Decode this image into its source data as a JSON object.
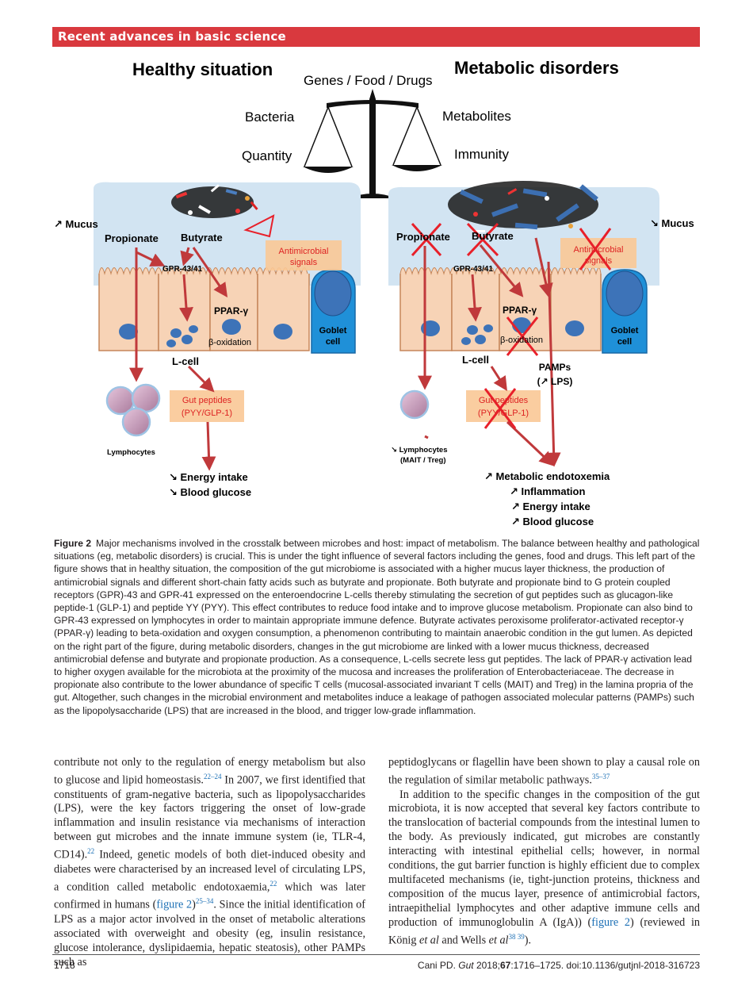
{
  "header": {
    "section": "Recent advances in basic science"
  },
  "figure": {
    "title_left": "Healthy situation",
    "title_right": "Metabolic disorders",
    "scale_top": "Genes / Food / Drugs",
    "scale_left": [
      "Bacteria",
      "Quantity"
    ],
    "scale_right": [
      "Metabolites",
      "Immunity"
    ],
    "left": {
      "mucus": "↗ Mucus",
      "propionate": "Propionate",
      "butyrate": "Butyrate",
      "antimicrobial": [
        "Antimicrobial",
        "signals"
      ],
      "receptor": "GPR-43/41",
      "ppar": "PPAR-γ",
      "boxidation": "β-oxidation",
      "goblet": [
        "Goblet",
        "cell"
      ],
      "lcell": "L-cell",
      "peptides": [
        "Gut peptides",
        "(PYY/GLP-1)"
      ],
      "lymphocytes": "Lymphocytes",
      "outcomes": [
        "↘  Energy intake",
        "↘  Blood glucose"
      ]
    },
    "right": {
      "mucus": "↘ Mucus",
      "propionate": "Propionate",
      "butyrate": "Butyrate",
      "antimicrobial": [
        "Antimicrobial",
        "signals"
      ],
      "receptor": "GPR-43/41",
      "ppar": "PPAR-γ",
      "boxidation": "β-oxidation",
      "goblet": [
        "Goblet",
        "cell"
      ],
      "lcell": "L-cell",
      "pamps": [
        "PAMPs",
        "(↗ LPS)"
      ],
      "peptides": [
        "Gut peptides",
        "(PYY/GLP-1)"
      ],
      "lymphocytes": [
        "↘ Lymphocytes",
        "(MAIT / Treg)"
      ],
      "outcomes": [
        "↗ Metabolic endotoxemia",
        "↗ Inflammation",
        "↗ Energy intake",
        "↗ Blood glucose"
      ]
    }
  },
  "caption": {
    "label": "Figure 2",
    "text": "Major mechanisms involved in the crosstalk between microbes and host: impact of metabolism. The balance between healthy and pathological situations (eg, metabolic disorders) is crucial. This is under the tight influence of several factors including the genes, food and drugs. This left part of the figure shows that in healthy situation, the composition of the gut microbiome is associated with a higher mucus layer thickness, the production of antimicrobial signals and different short-chain fatty acids such as butyrate and propionate. Both butyrate and propionate bind to G protein coupled receptors (GPR)-43 and GPR-41 expressed on the enteroendocrine L-cells thereby stimulating the secretion of gut peptides such as glucagon-like peptide-1 (GLP-1) and peptide YY (PYY). This effect contributes to reduce food intake and to improve glucose metabolism. Propionate can also bind to GPR-43 expressed on lymphocytes in order to maintain appropriate immune defence. Butyrate activates peroxisome proliferator-activated receptor-γ (PPAR-γ) leading to beta-oxidation and oxygen consumption, a phenomenon contributing to maintain anaerobic condition in the gut lumen. As depicted on the right part of the figure, during metabolic disorders, changes in the gut microbiome are linked with a lower mucus thickness, decreased antimicrobial defense and butyrate and propionate production. As a consequence, L-cells secrete less gut peptides. The lack of PPAR-γ activation lead to higher oxygen available for the microbiota at the proximity of the mucosa and increases the proliferation of Enterobacteriaceae. The decrease in propionate also contribute to the lower abundance of specific T cells (mucosal-associated invariant T cells (MAIT) and Treg) in the lamina propria of the gut. Altogether, such changes in the microbial environment and metabolites induce a leakage of pathogen associated molecular patterns (PAMPs) such as the lipopolysaccharide (LPS) that are increased in the blood, and trigger low-grade inflammation."
  },
  "body": {
    "col1": {
      "t1": "contribute not only to the regulation of energy metabolism but also to glucose and lipid homeostasis.",
      "r1": "22–24",
      "t2": " In 2007, we first identified that constituents of gram-negative bacteria, such as lipopolysaccharides (LPS), were the key factors triggering the onset of low-grade inflammation and insulin resistance via mechanisms of interaction between gut microbes and the innate immune system (ie, TLR-4, CD14).",
      "r2": "22",
      "t3": " Indeed, genetic models of both diet-induced obesity and diabetes were characterised by an increased level of circulating LPS, a condition called metabolic endotoxaemia,",
      "r3": "22",
      "t4": " which was later confirmed in humans (",
      "link1": "figure 2",
      "t5": ")",
      "r4": "25–34",
      "t6": ". Since the initial identification of LPS as a major actor involved in the onset of metabolic alterations associated with overweight and obesity (eg, insulin resistance, glucose intolerance, dyslipidaemia, hepatic steatosis), other PAMPs such as"
    },
    "col2": {
      "p1_text": "peptidoglycans or flagellin have been shown to play a causal role on the regulation of similar metabolic pathways.",
      "p1_ref": "35–37",
      "p2_text": "In addition to the specific changes in the composition of the gut microbiota, it is now accepted that several key factors contribute to the translocation of bacterial compounds from the intestinal lumen to the body. As previously indicated, gut microbes are constantly interacting with intestinal epithelial cells; however, in normal conditions, the gut barrier function is highly efficient due to complex multifaceted mechanisms (ie, tight-junction proteins, thickness and composition of the mucus layer, presence of antimicrobial factors, intraepithelial lymphocytes and other adaptive immune cells and production of immunoglobulin A (IgA)) (",
      "p2_link": "figure 2",
      "p2_text2": ") (reviewed in König ",
      "p2_etal1": "et al",
      "p2_text3": " and Wells ",
      "p2_etal2": "et al",
      "p2_ref": "38 39",
      "p2_end": ")."
    }
  },
  "footer": {
    "page": "1718",
    "citation_a": "Cani PD. ",
    "journal": "Gut",
    "citation_b": " 2018;",
    "volume": "67",
    "citation_c": ":1716–1725. doi:10.1136/gutjnl-2018-316723"
  },
  "colors": {
    "banner": "#d9393e",
    "arrow": "#c0393b",
    "mucus": "#d2e4f2",
    "cell": "#f7d3b6",
    "nucleus": "#3d73b8",
    "goblet": "#1f90d8",
    "peptide_box": "#f9c896",
    "link": "#1b6fb5"
  }
}
